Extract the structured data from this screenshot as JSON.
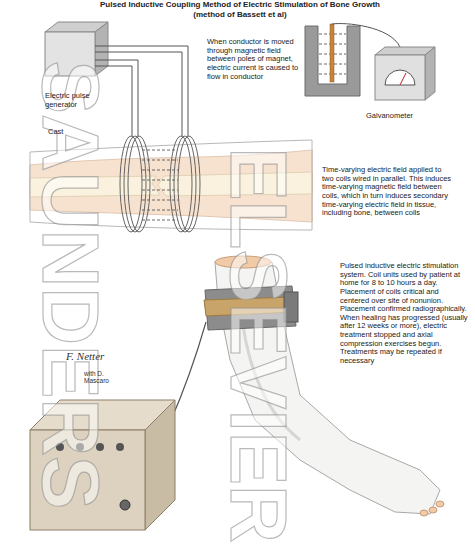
{
  "diagram": {
    "title": "Pulsed Inductive Coupling Method of Electric Stimulation of Bone Growth (method of Bassett et al)",
    "labels": [
      "When conductor is moved through magnetic field between poles of magnet, electric current is caused to flow in conductor",
      "Electric pulse generator",
      "Galvanometer",
      "Cast",
      "Time-varying electric field applied to two coils wired in parallel. This induces time-varying magnetic field between coils, which in turn induces secondary time-varying electric field in tissue, including bone, between coils",
      "Pulsed inductive electric stimulation system. Coil units used by patient at home for 8 to 10 hours a day. Placement of coils critical and centered over site of nonunion. Placement confirmed radiographically. When healing has progressed (usually after 12 weeks or more), electric treatment stopped and axial compression exercises begun. Treatments may be repeated if necessary",
      "F. Netter",
      "with D. Mascaro",
      "SAUNDERS",
      "ELSEVIER"
    ]
  }
}
